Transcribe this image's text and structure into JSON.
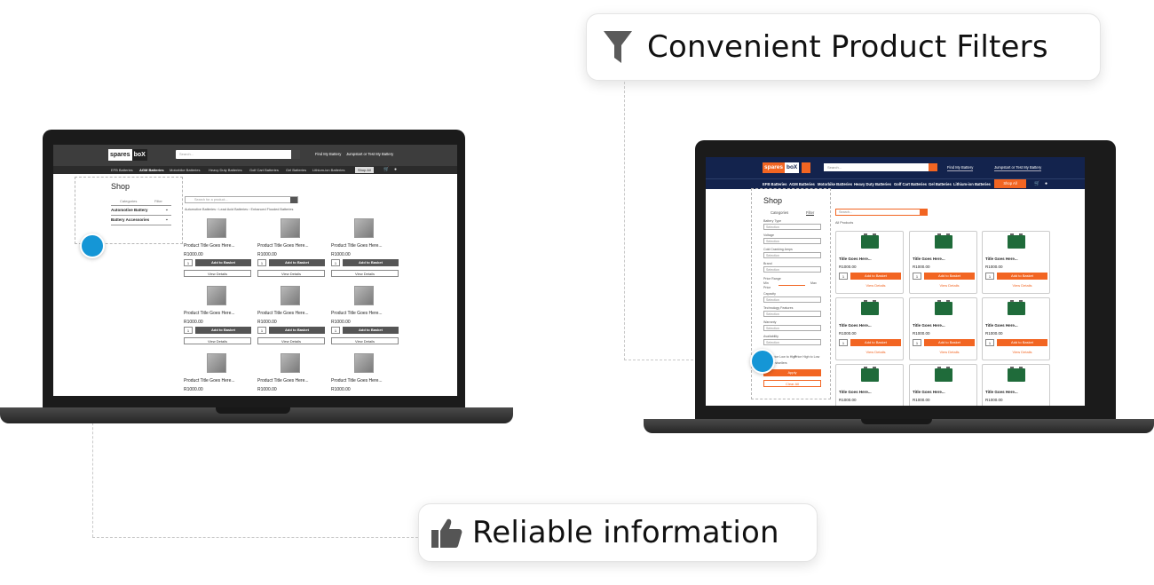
{
  "callouts": {
    "filters": "Convenient Product Filters",
    "reliable": "Reliable information"
  },
  "left_site": {
    "logo_a": "spares",
    "logo_b": "boX",
    "search_placeholder": "Search...",
    "find_battery": "Find My Battery",
    "jumpstart": "Jumpstart or Test My Battery",
    "nav": [
      "EFB Batteries",
      "AGM Batteries",
      "Motorbike Batteries",
      "Heavy Duty Batteries",
      "Golf Cart Batteries",
      "Gel Batteries",
      "Lithium-ion Batteries"
    ],
    "shop_all": "Shop All",
    "shop_title": "Shop",
    "categories": "Categories",
    "filter": "Filter",
    "side_items": [
      "Automotive Battery",
      "Battery Accessories"
    ],
    "product_search": "Search for a product...",
    "breadcrumbs": "Automotive Batteries  ›  Lead Acid Batteries  ›  Enhanced Flooded Batteries",
    "product_title": "Product Title Goes Here...",
    "price": "R1000.00",
    "qty": "1",
    "add": "Add to Basket",
    "view": "View Details"
  },
  "right_site": {
    "logo_a": "spares",
    "logo_b": "boX",
    "search_placeholder": "Search...",
    "find_battery": "Find My Battery",
    "jumpstart": "Jumpstart or Test My Battery",
    "nav": [
      "EFB Batteries",
      "AGM Batteries",
      "Motorbike Batteries",
      "Heavy Duty Batteries",
      "Golf Cart Batteries",
      "Gel Batteries",
      "Lithium-ion Batteries"
    ],
    "shop_all": "Shop All",
    "shop_title": "Shop",
    "categories": "Categories",
    "filter": "Filter",
    "filters": [
      "Battery Type",
      "Voltage",
      "Cold Cranking Amps",
      "Brand",
      "Capacity",
      "Technology Features",
      "Warranty",
      "Availability"
    ],
    "selection": "Selection",
    "price_range": "Price Range",
    "min": "Min",
    "max": "Max",
    "price": "Price",
    "sort_low": "Price Low to High",
    "sort_high": "Price High to Low",
    "bestsellers": "Bestsellers",
    "apply": "Apply",
    "clear": "Clear All",
    "product_search": "Search...",
    "all_products": "All Products",
    "product_title": "Title Goes Here...",
    "price_value": "R1000.00",
    "qty": "1",
    "add": "Add to Basket",
    "view": "View Details"
  },
  "colors": {
    "accent": "#f26522",
    "navy": "#13234d",
    "dot": "#1596d6"
  }
}
